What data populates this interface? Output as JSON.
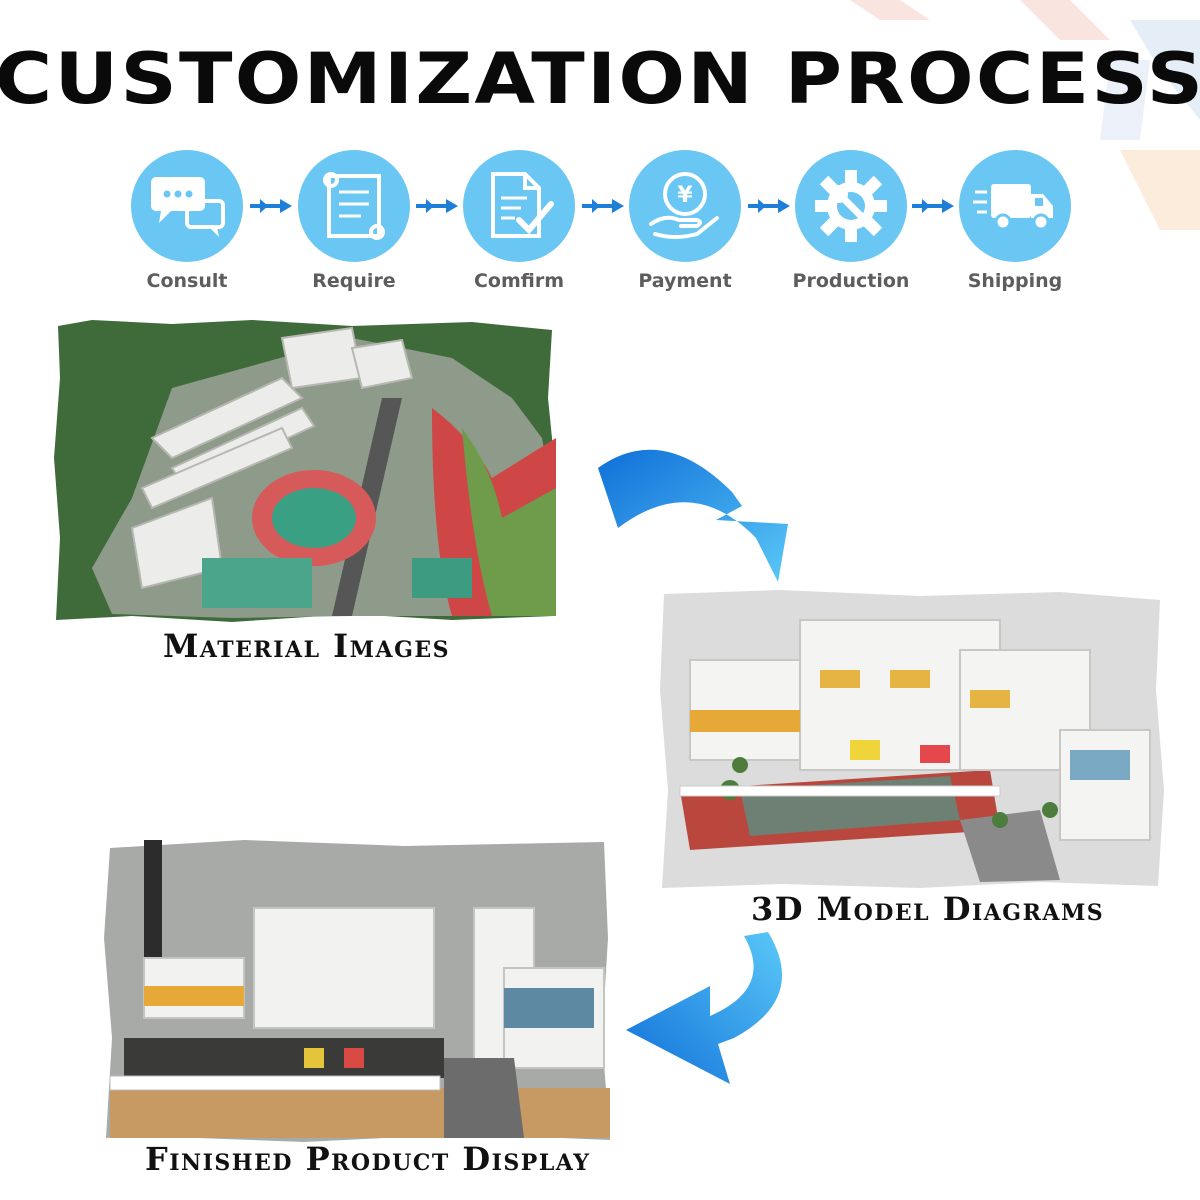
{
  "title": "CUSTOMIZATION PROCESS",
  "steps": [
    {
      "label": "Consult",
      "icon": "chat-bubbles-icon"
    },
    {
      "label": "Require",
      "icon": "blueprint-scroll-icon"
    },
    {
      "label": "Comfirm",
      "icon": "document-check-icon"
    },
    {
      "label": "Payment",
      "icon": "coin-hand-icon"
    },
    {
      "label": "Production",
      "icon": "gear-wrench-icon"
    },
    {
      "label": "Shipping",
      "icon": "delivery-truck-icon"
    }
  ],
  "panels": {
    "material": {
      "caption": "Material Images"
    },
    "model": {
      "caption": "3D Model Diagrams"
    },
    "finished": {
      "caption": "Finished Product Display"
    }
  },
  "colors": {
    "step_circle": "#6ac6f3",
    "arrow": "#1e7fd8",
    "accent": "#27a6f0"
  }
}
